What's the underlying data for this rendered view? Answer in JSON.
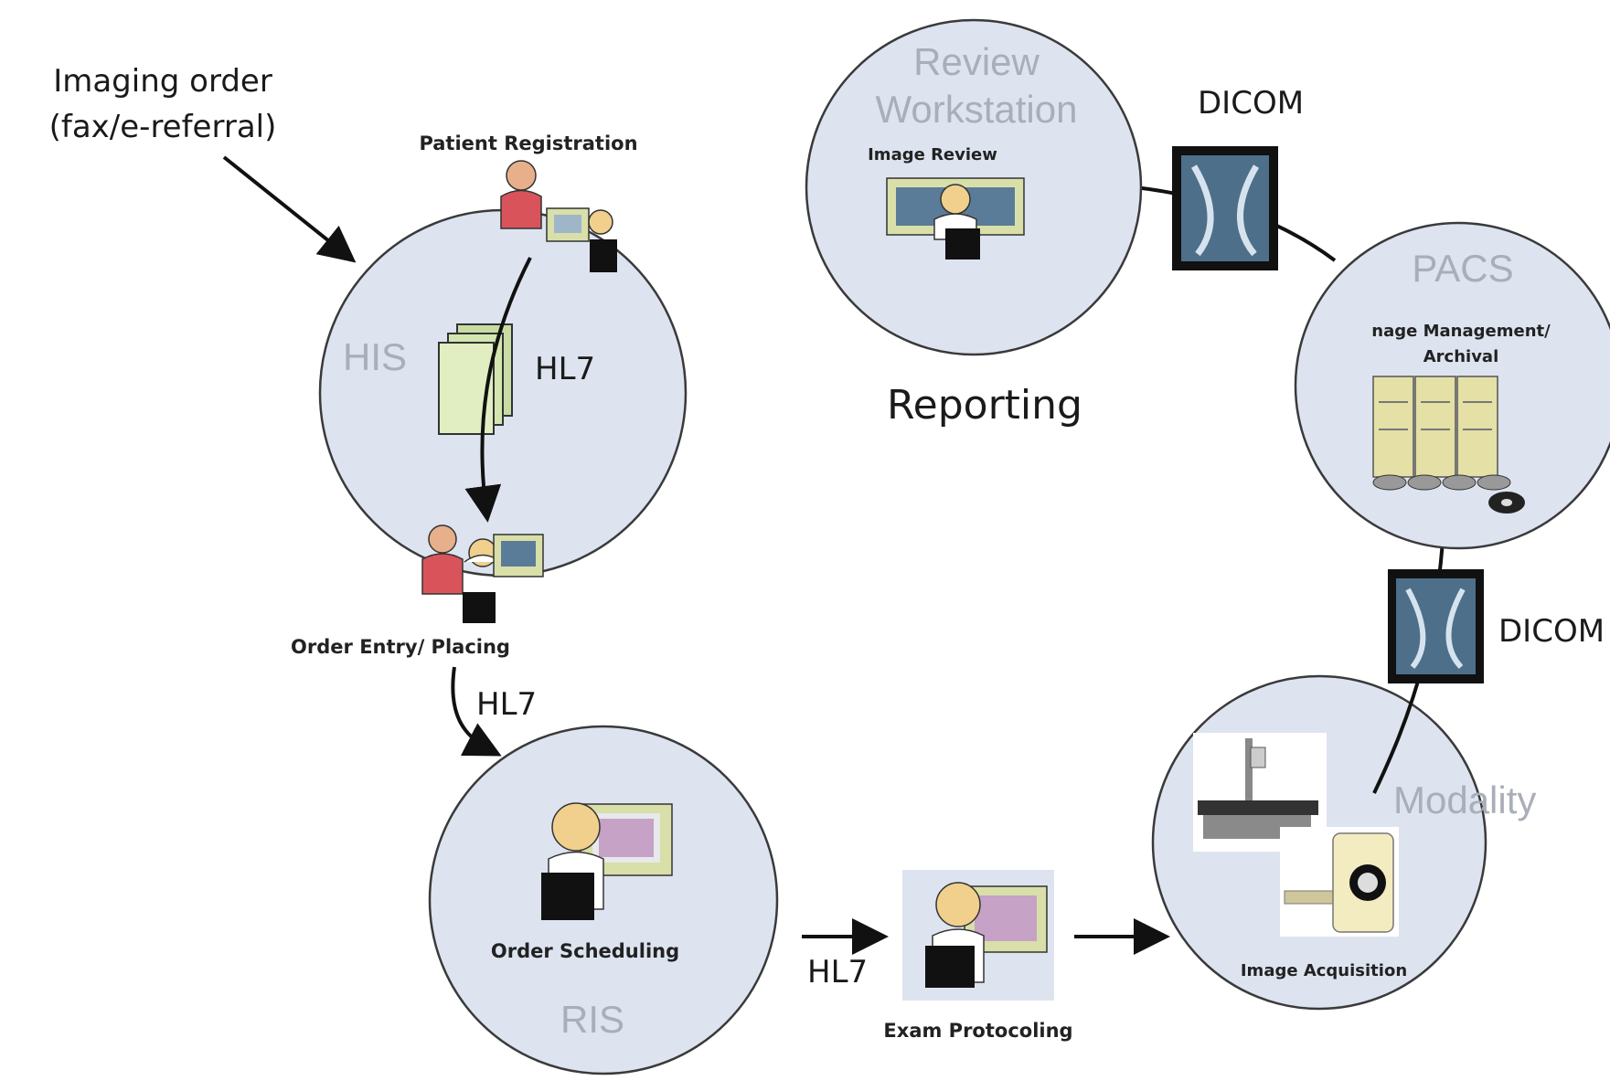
{
  "input": {
    "line1": "Imaging order",
    "line2": "(fax/e-referral)"
  },
  "his": {
    "system": "HIS",
    "top_caption": "Patient Registration",
    "bottom_caption": "Order Entry/ Placing",
    "protocol": "HL7"
  },
  "his_to_ris_protocol": "HL7",
  "ris": {
    "system": "RIS",
    "caption": "Order Scheduling"
  },
  "ris_to_exam_protocol": "HL7",
  "exam": {
    "caption": "Exam Protocoling"
  },
  "modality": {
    "system": "Modality",
    "caption": "Image Acquisition"
  },
  "modality_to_pacs_protocol": "DICOM",
  "pacs": {
    "system": "PACS",
    "caption_line1": "nage Management/",
    "caption_line2": "Archival"
  },
  "pacs_to_review_protocol": "DICOM",
  "review": {
    "title_line1": "Review",
    "title_line2": "Workstation",
    "caption": "Image Review",
    "label": "Reporting"
  },
  "colors": {
    "circle_fill": "#dde4f0",
    "system_text": "#a9aeb8",
    "arrow": "#111111"
  }
}
